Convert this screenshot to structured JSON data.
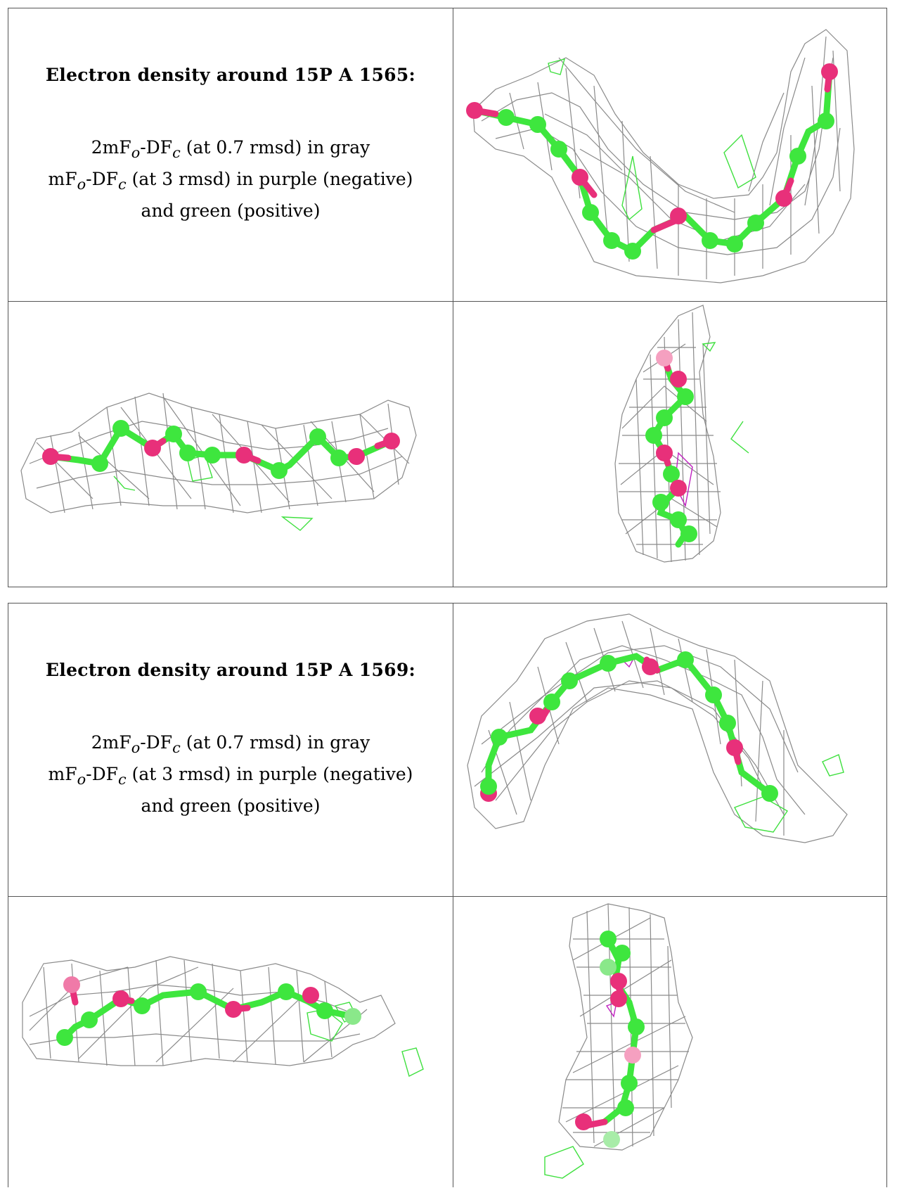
{
  "sections": [
    {
      "title": "Electron density around 15P A 1565:",
      "lines": [
        [
          "2mF",
          "o",
          "-DF",
          "c",
          " (at 0.7 rmsd) in gray"
        ],
        [
          "mF",
          "o",
          "-DF",
          "c",
          " (at 3 rmsd) in purple (negative)"
        ],
        [
          "and green (positive)"
        ]
      ]
    },
    {
      "title": "Electron density around 15P A 1569:",
      "lines": [
        [
          "2mF",
          "o",
          "-DF",
          "c",
          " (at 0.7 rmsd) in gray"
        ],
        [
          "mF",
          "o",
          "-DF",
          "c",
          " (at 3 rmsd) in purple (negative)"
        ],
        [
          "and green (positive)"
        ]
      ]
    }
  ],
  "colors": {
    "mesh": "#8a8a8a",
    "carbon": "#3ee63e",
    "oxygen": "#e8307a",
    "positive_density": "#3fe03f",
    "negative_density": "#c020c0"
  }
}
